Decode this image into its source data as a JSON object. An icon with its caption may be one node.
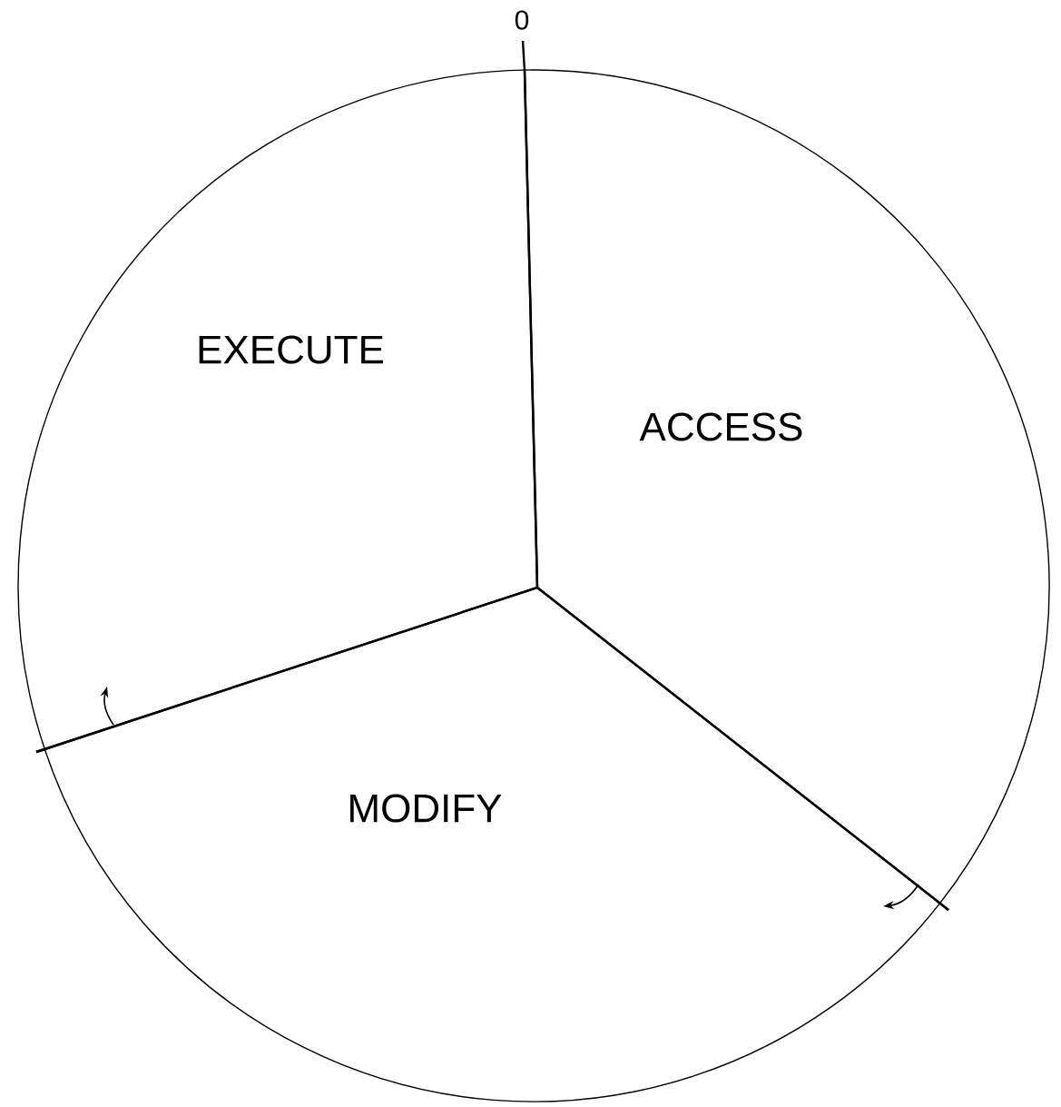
{
  "diagram": {
    "nodes": [
      {
        "text": [
          "EXECUTE"
        ]
      },
      {
        "text": [
          "ACCESS"
        ]
      },
      {
        "text": [
          "MODIFY"
        ]
      }
    ],
    "labels": [
      "0"
    ]
  }
}
